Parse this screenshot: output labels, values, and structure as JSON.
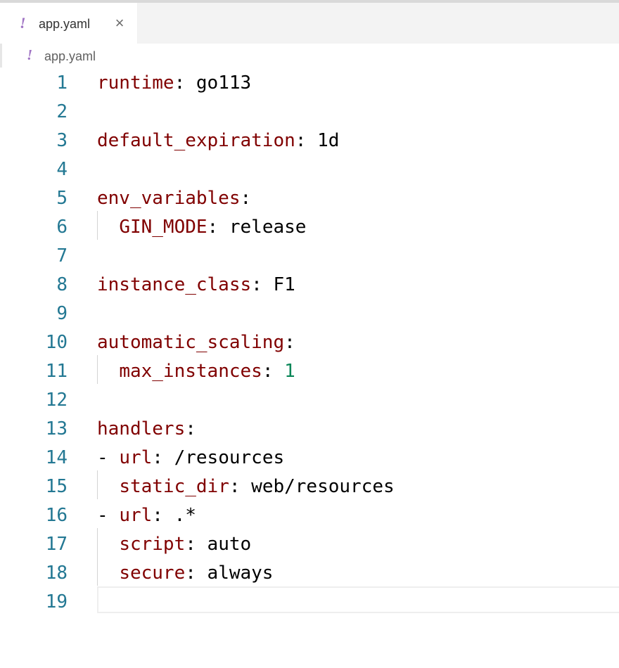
{
  "tab": {
    "icon": "!",
    "label": "app.yaml",
    "close": "×"
  },
  "breadcrumb": {
    "icon": "!",
    "label": "app.yaml"
  },
  "lines": [
    {
      "n": "1",
      "indent": "",
      "dash": "",
      "key": "runtime",
      "colon": ":",
      "value": " go113",
      "value_is_number": false
    },
    {
      "n": "2",
      "indent": "",
      "dash": "",
      "key": "",
      "colon": "",
      "value": "",
      "value_is_number": false
    },
    {
      "n": "3",
      "indent": "",
      "dash": "",
      "key": "default_expiration",
      "colon": ":",
      "value": " 1d",
      "value_is_number": false
    },
    {
      "n": "4",
      "indent": "",
      "dash": "",
      "key": "",
      "colon": "",
      "value": "",
      "value_is_number": false
    },
    {
      "n": "5",
      "indent": "",
      "dash": "",
      "key": "env_variables",
      "colon": ":",
      "value": "",
      "value_is_number": false
    },
    {
      "n": "6",
      "indent": "  ",
      "dash": "",
      "key": "GIN_MODE",
      "colon": ":",
      "value": " release",
      "value_is_number": false
    },
    {
      "n": "7",
      "indent": "",
      "dash": "",
      "key": "",
      "colon": "",
      "value": "",
      "value_is_number": false
    },
    {
      "n": "8",
      "indent": "",
      "dash": "",
      "key": "instance_class",
      "colon": ":",
      "value": " F1",
      "value_is_number": false
    },
    {
      "n": "9",
      "indent": "",
      "dash": "",
      "key": "",
      "colon": "",
      "value": "",
      "value_is_number": false
    },
    {
      "n": "10",
      "indent": "",
      "dash": "",
      "key": "automatic_scaling",
      "colon": ":",
      "value": "",
      "value_is_number": false
    },
    {
      "n": "11",
      "indent": "  ",
      "dash": "",
      "key": "max_instances",
      "colon": ":",
      "value": " 1",
      "value_is_number": true
    },
    {
      "n": "12",
      "indent": "",
      "dash": "",
      "key": "",
      "colon": "",
      "value": "",
      "value_is_number": false
    },
    {
      "n": "13",
      "indent": "",
      "dash": "",
      "key": "handlers",
      "colon": ":",
      "value": "",
      "value_is_number": false
    },
    {
      "n": "14",
      "indent": "",
      "dash": "- ",
      "key": "url",
      "colon": ":",
      "value": " /resources",
      "value_is_number": false
    },
    {
      "n": "15",
      "indent": "  ",
      "dash": "",
      "key": "static_dir",
      "colon": ":",
      "value": " web/resources",
      "value_is_number": false
    },
    {
      "n": "16",
      "indent": "",
      "dash": "- ",
      "key": "url",
      "colon": ":",
      "value": " .*",
      "value_is_number": false
    },
    {
      "n": "17",
      "indent": "  ",
      "dash": "",
      "key": "script",
      "colon": ":",
      "value": " auto",
      "value_is_number": false
    },
    {
      "n": "18",
      "indent": "  ",
      "dash": "",
      "key": "secure",
      "colon": ":",
      "value": " always",
      "value_is_number": false
    },
    {
      "n": "19",
      "indent": "",
      "dash": "",
      "key": "",
      "colon": "",
      "value": "",
      "value_is_number": false
    }
  ],
  "colors": {
    "key": "#800000",
    "line_number": "#237893",
    "number": "#098658",
    "yaml_icon": "#a074c4"
  }
}
